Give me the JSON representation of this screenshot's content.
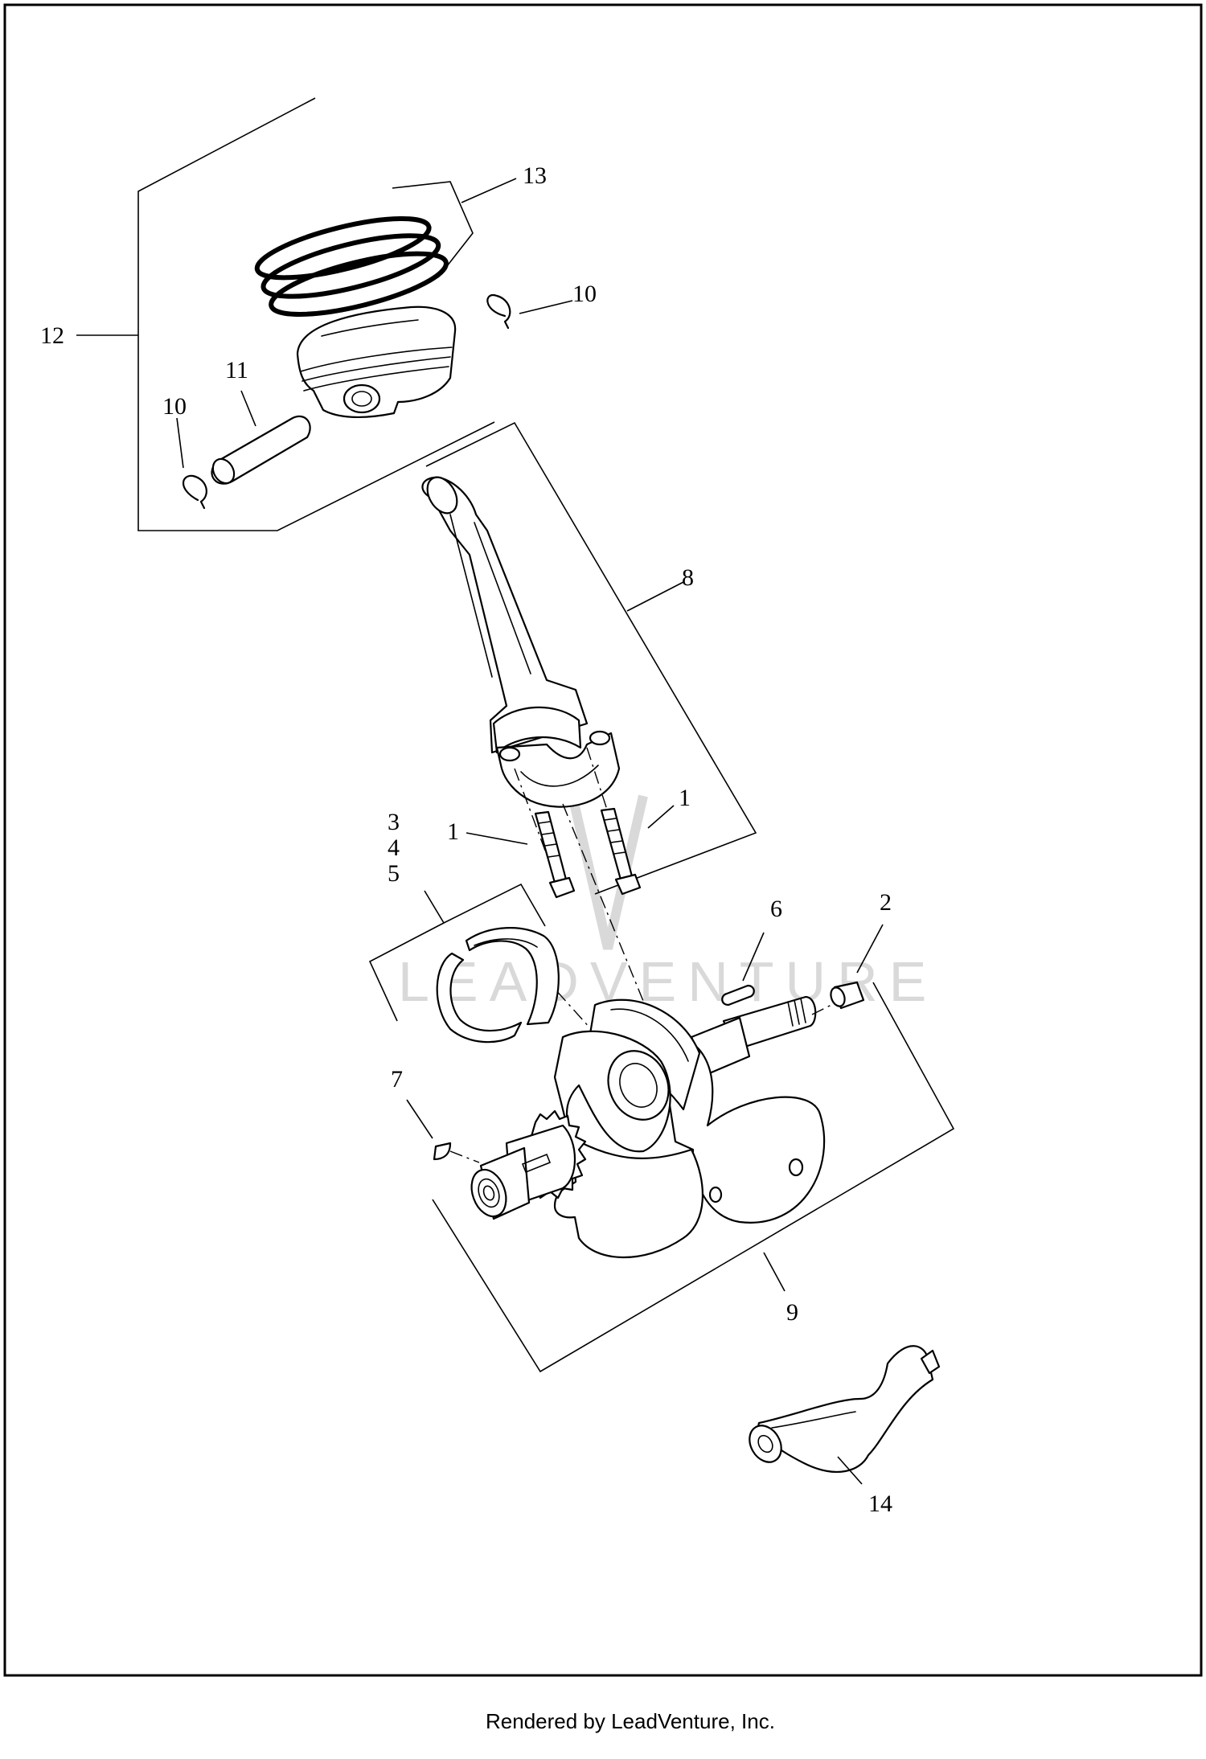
{
  "callouts": {
    "c1a": "1",
    "c1b": "1",
    "c2": "2",
    "c3": "3",
    "c4": "4",
    "c5": "5",
    "c6": "6",
    "c7": "7",
    "c8": "8",
    "c9": "9",
    "c10a": "10",
    "c10b": "10",
    "c11": "11",
    "c12": "12",
    "c13": "13",
    "c14": "14"
  },
  "watermark": "LEADVENTURE",
  "footer": "Rendered by LeadVenture, Inc."
}
